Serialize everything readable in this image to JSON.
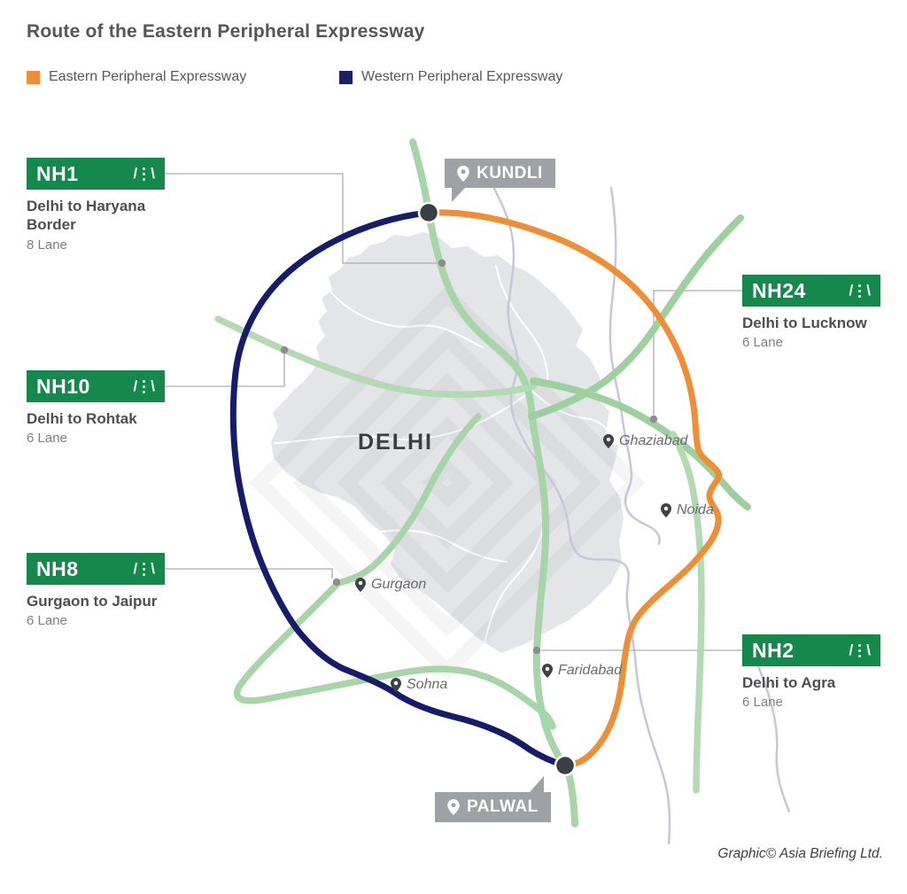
{
  "title": "Route of the Eastern Peripheral Expressway",
  "legend": {
    "items": [
      {
        "label": "Eastern Peripheral Expressway",
        "color": "#EF8E35"
      },
      {
        "label": "Western Peripheral Expressway",
        "color": "#1C2167"
      }
    ]
  },
  "highways": [
    {
      "code": "NH1",
      "description": "Delhi to Haryana Border",
      "lanes": "8 Lane"
    },
    {
      "code": "NH10",
      "description": "Delhi to Rohtak",
      "lanes": "6 Lane"
    },
    {
      "code": "NH8",
      "description": "Gurgaon to Jaipur",
      "lanes": "6 Lane"
    },
    {
      "code": "NH24",
      "description": "Delhi to Lucknow",
      "lanes": "6 Lane"
    },
    {
      "code": "NH2",
      "description": "Delhi to Agra",
      "lanes": "6 Lane"
    }
  ],
  "markers": {
    "kundli": {
      "label": "KUNDLI"
    },
    "palwal": {
      "label": "PALWAL"
    }
  },
  "places": {
    "delhi": {
      "label": "DELHI"
    },
    "ghaziabad": {
      "label": "Ghaziabad"
    },
    "noida": {
      "label": "Noida"
    },
    "gurgaon": {
      "label": "Gurgaon"
    },
    "faridabad": {
      "label": "Faridabad"
    },
    "sohna": {
      "label": "Sohna"
    }
  },
  "icons": {
    "road_left": "/",
    "road_right": "\\"
  },
  "credit": "Graphic© Asia Briefing Ltd.",
  "colors": {
    "eastern_route": "#EF8E35",
    "western_route": "#161C6B",
    "nh_badge_green": "#15894B",
    "marker_gray": "#9EA1A6",
    "road_green": "#9CD09D",
    "road_green_light": "#B2DBB3",
    "river": "#C7C7D9",
    "delhi_fill": "#E4E5E8",
    "junction_dot": "#3A3E45"
  }
}
